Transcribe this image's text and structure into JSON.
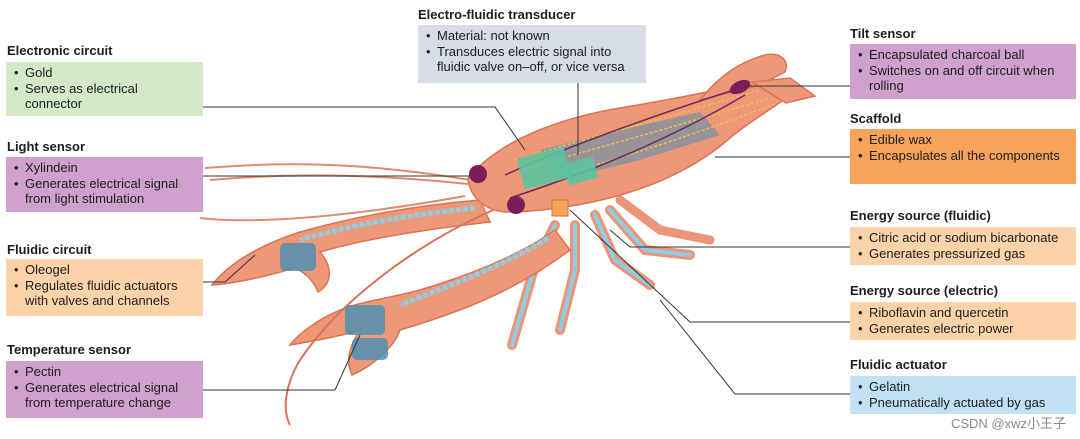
{
  "colors": {
    "green": "#d3e9c8",
    "purple": "#cfa1cc",
    "peach": "#fcd3a8",
    "grey": "#d7dde6",
    "orange": "#f7a45a",
    "blue": "#bfe1f2",
    "lobster": "#ef9878",
    "lobster_dark": "#d77457",
    "gel": "#8ecde6"
  },
  "labels": {
    "electronic_circuit": {
      "title": "Electronic circuit",
      "items": [
        "Gold",
        "Serves as electrical connector"
      ]
    },
    "light_sensor": {
      "title": "Light sensor",
      "items": [
        "Xylindein",
        "Generates electrical signal from light stimulation"
      ]
    },
    "fluidic_circuit": {
      "title": "Fluidic circuit",
      "items": [
        "Oleogel",
        "Regulates fluidic actuators with valves and channels"
      ]
    },
    "temperature_sensor": {
      "title": "Temperature sensor",
      "items": [
        "Pectin",
        "Generates electrical signal from temperature change"
      ]
    },
    "transducer": {
      "title": "Electro-fluidic transducer",
      "items": [
        "Material: not known",
        "Transduces electric signal into fluidic valve on–off, or vice versa"
      ]
    },
    "tilt_sensor": {
      "title": "Tilt sensor",
      "items": [
        "Encapsulated charcoal ball",
        "Switches on and off circuit when rolling"
      ]
    },
    "scaffold": {
      "title": "Scaffold",
      "items": [
        "Edible wax",
        "Encapsulates all the components"
      ]
    },
    "energy_fluidic": {
      "title": "Energy source (fluidic)",
      "items": [
        "Citric acid or sodium bicarbonate",
        "Generates pressurized gas"
      ]
    },
    "energy_electric": {
      "title": "Energy source (electric)",
      "items": [
        "Riboflavin and quercetin",
        "Generates electric power"
      ]
    },
    "fluidic_actuator": {
      "title": "Fluidic actuator",
      "items": [
        "Gelatin",
        "Pneumatically actuated by gas"
      ]
    }
  },
  "watermark": "CSDN @xwz小王子"
}
